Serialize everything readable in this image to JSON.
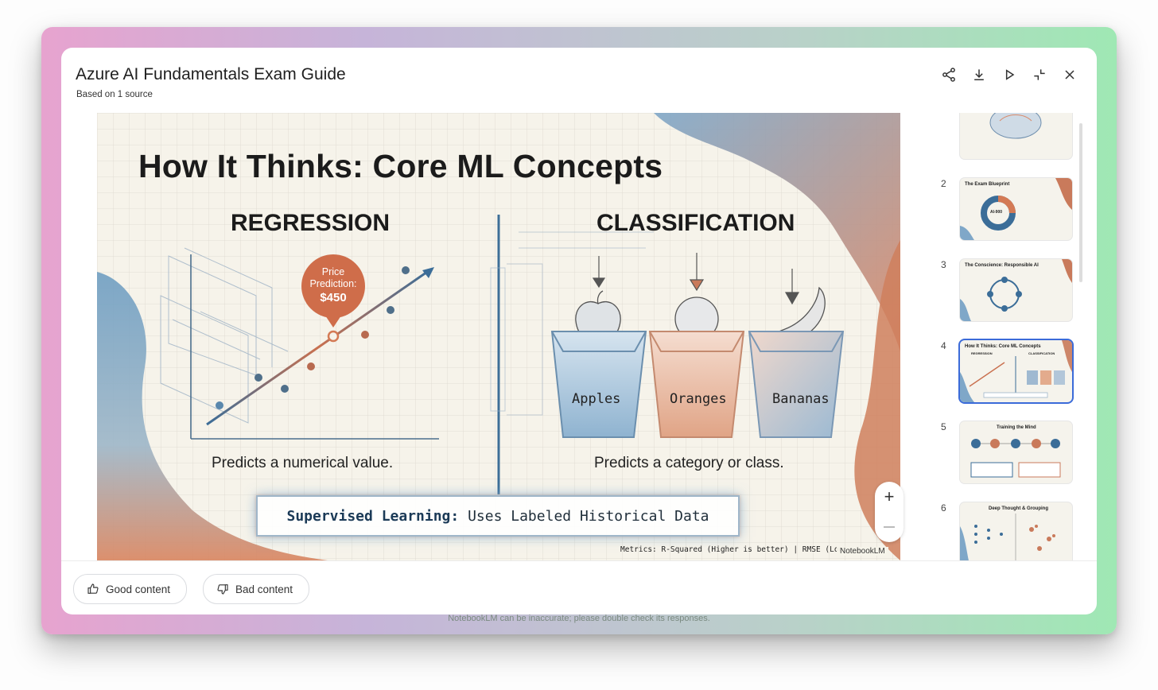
{
  "window": {
    "title": "Azure AI Fundamentals Exam Guide",
    "subtitle": "Based on 1 source"
  },
  "toolbar": {
    "icons": [
      "share-icon",
      "download-icon",
      "play-icon",
      "collapse-icon",
      "close-icon"
    ]
  },
  "slide": {
    "title": "How It Thinks: Core ML Concepts",
    "regression_heading": "REGRESSION",
    "classification_heading": "CLASSIFICATION",
    "price_line1": "Price",
    "price_line2": "Prediction:",
    "price_value": "$450",
    "bins": [
      "Apples",
      "Oranges",
      "Bananas"
    ],
    "regression_caption": "Predicts a numerical value.",
    "classification_caption": "Predicts a category or class.",
    "supervised_bold": "Supervised Learning:",
    "supervised_rest": " Uses Labeled Historical Data",
    "metrics": "Metrics: R-Squared (Higher is better) | RMSE (Low",
    "watermark": "NotebookLM"
  },
  "zoom": {
    "plus": "+"
  },
  "thumbnails": [
    {
      "num": "",
      "title": ""
    },
    {
      "num": "2",
      "title": "The Exam Blueprint",
      "center": "AI-900"
    },
    {
      "num": "3",
      "title": "The Conscience: Responsible AI"
    },
    {
      "num": "4",
      "title": "How It Thinks: Core ML Concepts",
      "sub_left": "REGRESSION",
      "sub_right": "CLASSIFICATION",
      "selected": true
    },
    {
      "num": "5",
      "title": "Training the Mind"
    },
    {
      "num": "6",
      "title": "Deep Thought & Grouping"
    }
  ],
  "feedback": {
    "good": "Good content",
    "bad": "Bad content"
  },
  "footer": {
    "disclaimer": "NotebookLM can be inaccurate; please double check its responses."
  }
}
